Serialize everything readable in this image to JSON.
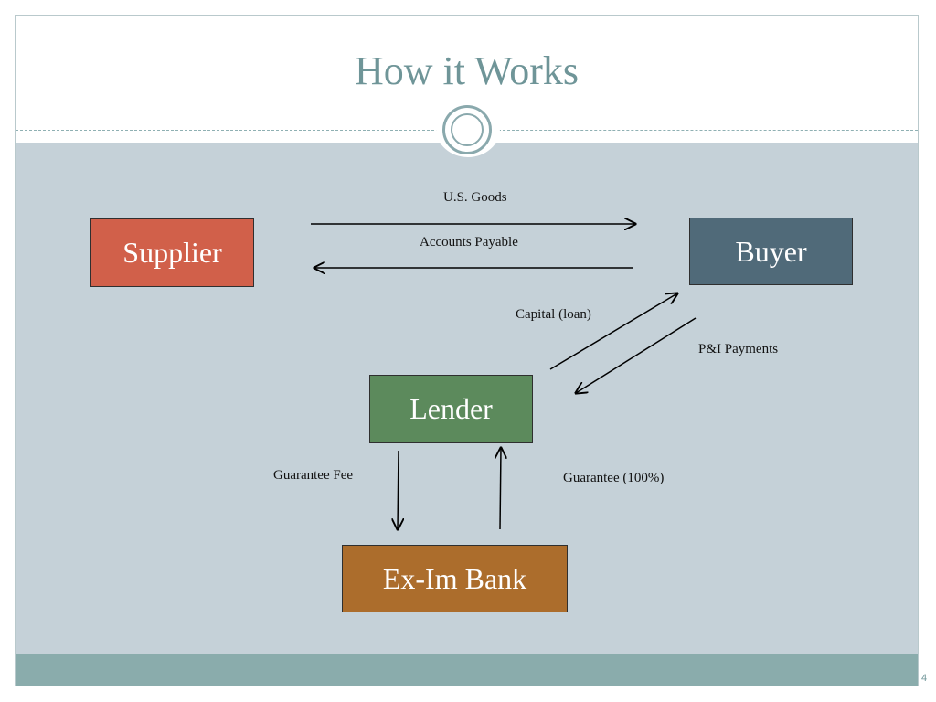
{
  "slide": {
    "title": "How it Works",
    "page_number": "4"
  },
  "colors": {
    "supplier": "#d1604a",
    "buyer": "#506a79",
    "lender": "#5c8a5c",
    "bank": "#ac6d2c",
    "title": "#6f9598",
    "panel": "#c5d1d8",
    "footer": "#8aacac"
  },
  "diagram": {
    "nodes": {
      "supplier": "Supplier",
      "buyer": "Buyer",
      "lender": "Lender",
      "bank": "Ex-Im Bank"
    },
    "edges": {
      "goods": "U.S. Goods",
      "payable": "Accounts Payable",
      "capital": "Capital (loan)",
      "payments": "P&I Payments",
      "fee": "Guarantee Fee",
      "guarantee": "Guarantee (100%)"
    }
  }
}
